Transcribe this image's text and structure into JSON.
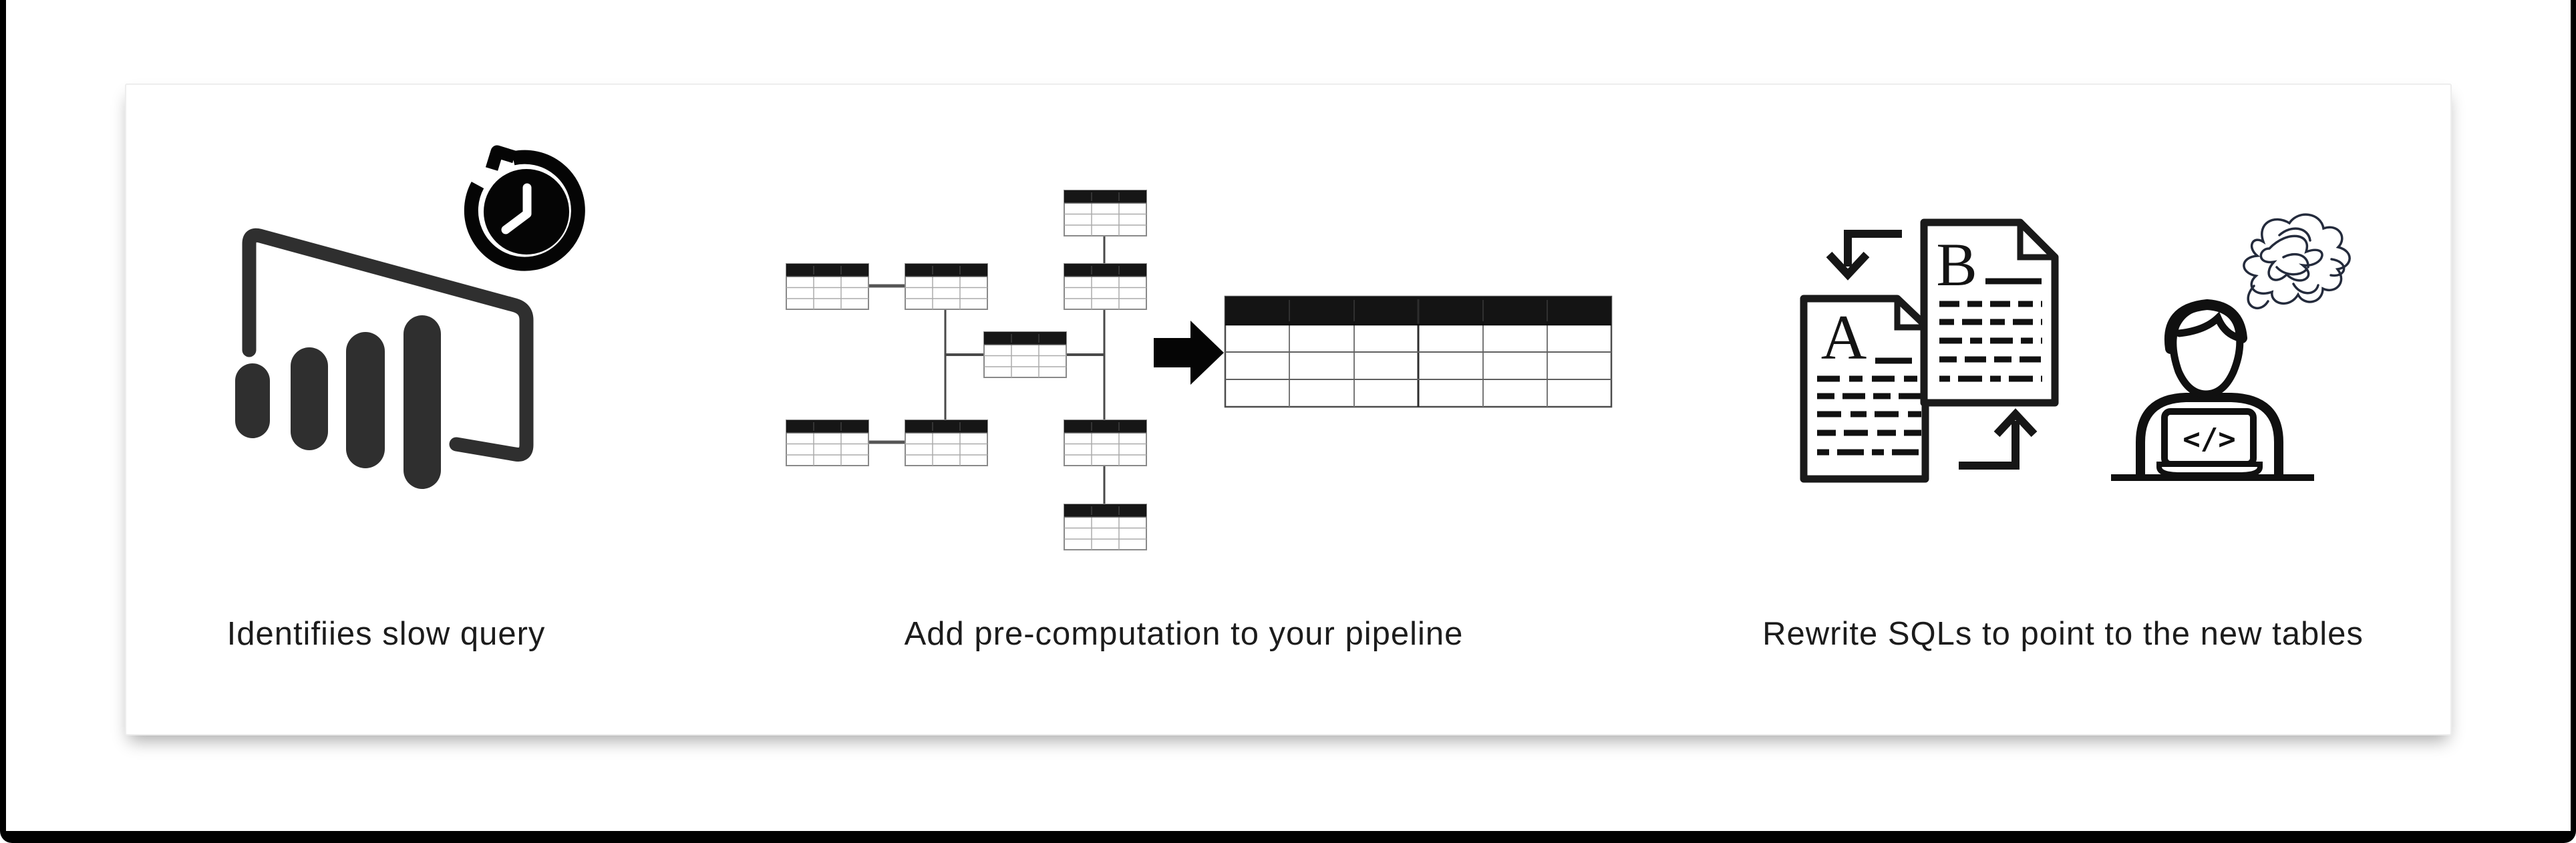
{
  "window": {
    "kind": "process-diagram-slide",
    "frame_color": "#000000",
    "background": "#ffffff",
    "card": {
      "background": "#ffffff",
      "border_color": "#ededed"
    }
  },
  "steps": [
    {
      "label": "Identifiies slow query",
      "icons": [
        "power-bi-logo-icon",
        "timer-history-clock-icon"
      ]
    },
    {
      "label": "Add pre-computation to your pipeline",
      "icons": [
        "schema-tables-icon",
        "black-right-arrow-icon",
        "wide-result-table-icon"
      ]
    },
    {
      "label": "Rewrite SQLs to point to the new tables",
      "icons": [
        "documents-swap-icon",
        "down-arrow-icon",
        "up-arrow-icon",
        "tangled-scribble-icon",
        "person-at-laptop-icon"
      ]
    }
  ],
  "panel2": {
    "small_table_count": 9,
    "result_table_columns": 6,
    "result_table_rows": 3
  },
  "panel3": {
    "doc_a_letter": "A",
    "doc_b_letter": "B",
    "laptop_code_glyph": "</>"
  },
  "colors": {
    "text": "#1c1c1c",
    "ink": "#1a1a1a",
    "logo_gray": "#2f2f2f",
    "table_header": "#161616",
    "grid_line": "#ababab",
    "connector": "#4a4a4a",
    "scribble_ink": "#242b3c"
  }
}
